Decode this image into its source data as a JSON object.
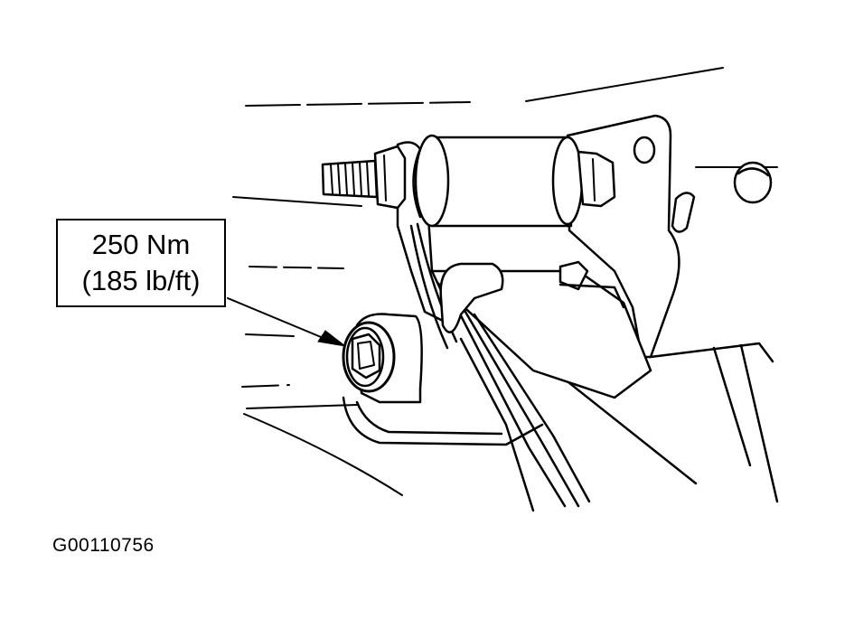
{
  "callout": {
    "torque_metric": "250 Nm",
    "torque_imperial": "(185 lb/ft)"
  },
  "figure_id": "G00110756",
  "icons": [
    "bolt-icon",
    "nut-icon",
    "arrow-icon"
  ],
  "colors": {
    "ink": "#000000",
    "paper": "#ffffff"
  }
}
